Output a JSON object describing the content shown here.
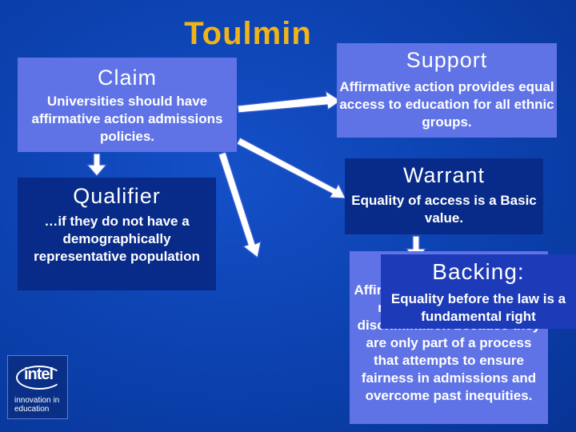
{
  "title": "Toulmin",
  "claim": {
    "heading": "Claim",
    "text": "Universities should have affirmative action admissions policies."
  },
  "support": {
    "heading": "Support",
    "text": "Affirmative action provides equal access to education for all ethnic groups."
  },
  "qualifier": {
    "heading": "Qualifier",
    "text": "…if they do not have a demographically representative population"
  },
  "warrant": {
    "heading": "Warrant",
    "text": "Equality of access is a Basic value."
  },
  "backing": {
    "heading": "Backing:",
    "text": "Equality before the law is a fundamental right",
    "hidden_text": "Affirmative action policies do not constitute reverse discrimination because they are only part of a process that attempts to ensure fairness in admissions and overcome past inequities."
  },
  "logo": {
    "wordmark": "intel",
    "tagline": "innovation in education"
  },
  "colors": {
    "background": "#0c42b0",
    "title": "#f0b418",
    "light_box": "#5f73e6",
    "dark_box": "#082a88"
  }
}
